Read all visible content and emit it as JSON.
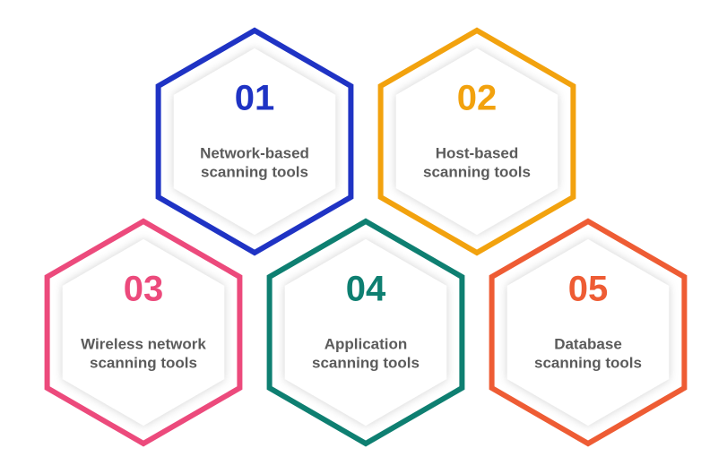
{
  "items": [
    {
      "number": "01",
      "line1": "Network-based",
      "line2": "scanning tools",
      "color": "#1f33c4"
    },
    {
      "number": "02",
      "line1": "Host-based",
      "line2": "scanning tools",
      "color": "#f2a20e"
    },
    {
      "number": "03",
      "line1": "Wireless network",
      "line2": "scanning tools",
      "color": "#ec4a7c"
    },
    {
      "number": "04",
      "line1": "Application",
      "line2": "scanning tools",
      "color": "#0e7f71"
    },
    {
      "number": "05",
      "line1": "Database",
      "line2": "scanning tools",
      "color": "#ee5c34"
    }
  ],
  "colors": {
    "label_text": "#5b5b5b",
    "inner_fill": "#ffffff",
    "shadow": "#e6e6e6"
  }
}
